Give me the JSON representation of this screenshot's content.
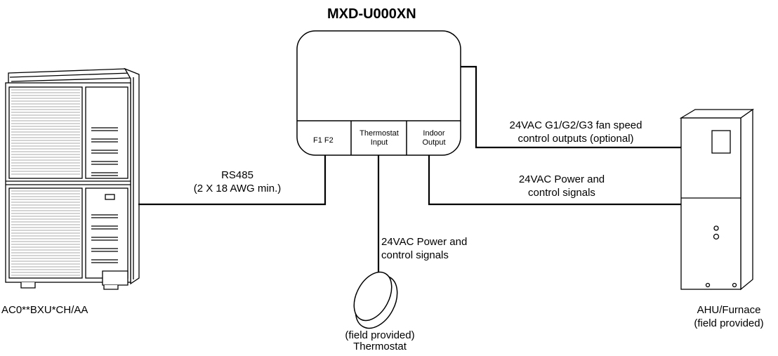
{
  "controller": {
    "model": "MXD-U000XN",
    "terminals": {
      "f1f2": "F1  F2",
      "thermostat_line1": "Thermostat",
      "thermostat_line2": "Input",
      "indoor_line1": "Indoor",
      "indoor_line2": "Output"
    }
  },
  "outdoor_unit": {
    "label": "AC0**BXU*CH/AA"
  },
  "indoor_unit": {
    "label_line1": "AHU/Furnace",
    "label_line2": "(field provided)"
  },
  "thermostat": {
    "label_line1": "(field provided)",
    "label_line2": "Thermostat"
  },
  "connections": {
    "rs485": {
      "line1": "RS485",
      "line2": "(2 X 18 AWG min.)"
    },
    "fan_speed": {
      "line1": "24VAC G1/G2/G3 fan speed",
      "line2": "control outputs (optional)"
    },
    "power_indoor": {
      "line1": "24VAC Power and",
      "line2": "control signals"
    },
    "power_thermostat": {
      "line1": "24VAC Power and",
      "line2": "control signals"
    }
  },
  "colors": {
    "line": "#000000",
    "background": "#ffffff",
    "unit_fill": "#ffffff"
  }
}
